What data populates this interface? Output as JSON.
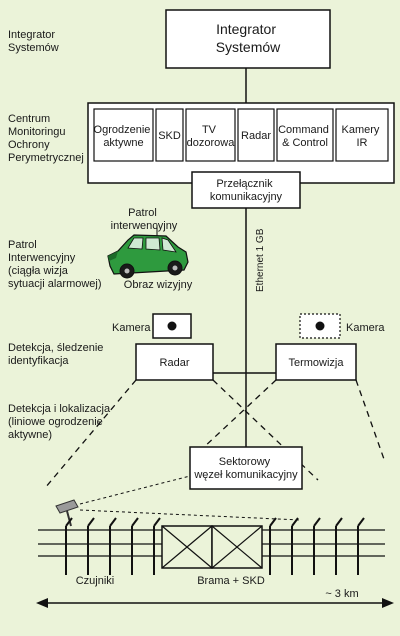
{
  "side_labels": {
    "integrator": [
      "Integrator",
      "Systemów"
    ],
    "monitoring": [
      "Centrum",
      "Monitoringu",
      "Ochrony",
      "Perymetrycznej"
    ],
    "patrol": [
      "Patrol",
      "Interwencyjny",
      "(ciągła wizja",
      "sytuacji alarmowej)"
    ],
    "detection": [
      "Detekcja, śledzenie",
      "identyfikacja"
    ],
    "localization": [
      "Detekcja i lokalizacja",
      "(liniowe ogrodzenie",
      "aktywne)"
    ]
  },
  "integrator_box": [
    "Integrator",
    "Systemów"
  ],
  "modules": [
    [
      "Ogrodzenie",
      "aktywne"
    ],
    [
      "SKD"
    ],
    [
      "TV",
      "dozorowa"
    ],
    [
      "Radar"
    ],
    [
      "Command",
      "& Control"
    ],
    [
      "Kamery",
      "IR"
    ]
  ],
  "switch_box": [
    "Przełącznik",
    "komunikacyjny"
  ],
  "ethernet_label": "Ethernet 1 GB",
  "patrol_label": [
    "Patrol",
    "interwencyjny"
  ],
  "image_label": "Obraz wizyjny",
  "camera_label": "Kamera",
  "radar_box": "Radar",
  "thermal_box": "Termowizja",
  "sector_node": [
    "Sektorowy",
    "węzeł komunikacyjny"
  ],
  "sensors_label": "Czujniki",
  "gate_label": "Brama + SKD",
  "distance_label": "~ 3 km",
  "colors": {
    "background": "#ebf3d9",
    "vehicle_body": "#2e9a3e",
    "vehicle_dark": "#1c6a28",
    "box_fill": "#ffffff",
    "line": "#111111"
  }
}
